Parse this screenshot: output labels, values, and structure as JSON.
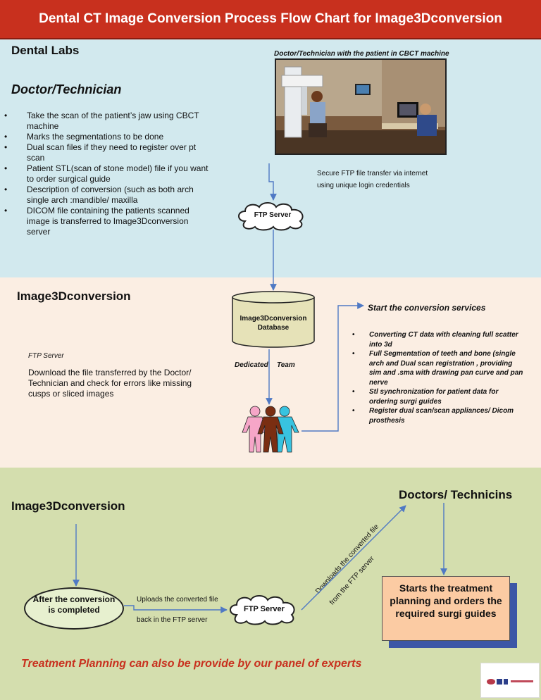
{
  "title": "Dental CT Image Conversion Process Flow Chart for Image3Dconversion",
  "section1": {
    "header": "Dental Labs",
    "role": "Doctor/Technician",
    "photo_caption": "Doctor/Technician with the patient in CBCT machine",
    "bullets": [
      "Take the scan of the patient’s jaw using CBCT machine",
      "Marks the segmentations to be done",
      "Dual scan files if they need to register over pt scan",
      "Patient STL(scan of stone model) file if you want to order surgical guide",
      "Description of conversion (such as both arch single arch :mandible/ maxilla",
      "DICOM file containing the patients scanned image is transferred to Image3Dconversion server"
    ],
    "transfer_note_line1": "Secure FTP file transfer via internet",
    "transfer_note_line2": "using unique login credentials",
    "ftp_label": "FTP Server"
  },
  "section2": {
    "header": "Image3Dconversion",
    "ftp_label": "FTP Server",
    "description": "Download the file transferred by the Doctor/ Technician and check for errors like missing cusps or sliced images",
    "db_label_line1": "Image3Dconversion",
    "db_label_line2": "Database",
    "team_word1": "Dedicated",
    "team_word2": "Team",
    "services_title": "Start the conversion services",
    "services": [
      "Converting CT data with cleaning full scatter into 3d",
      "Full Segmentation of teeth and bone (single arch and Dual scan registration , providing sim and .sma with drawing pan curve and pan nerve",
      "Stl synchronization for patient data for ordering surgi guides",
      "Register dual scan/scan appliances/ Dicom prosthesis"
    ]
  },
  "section3": {
    "header": "Image3Dconversion",
    "doctors_header": "Doctors/ Technicins",
    "ellipse_label": "After the conversion is completed",
    "upload_line1": "Uploads the converted file",
    "upload_line2": "back in the FTP server",
    "ftp_label": "FTP Server",
    "download_line1": "Downloads the converted file",
    "download_line2": "from the FTP server",
    "planning_box": "Starts the treatment planning and orders the required surgi guides",
    "footer_note": "Treatment Planning can also be provide by our panel of experts"
  },
  "colors": {
    "title_bg": "#c8301e",
    "band1": "#d2e9ee",
    "band2": "#fbeee3",
    "band3": "#d4deae",
    "arrow": "#4f79c4",
    "person_pink": "#f6a6c8",
    "person_brown": "#7a2e12",
    "person_cyan": "#38c3e0"
  }
}
